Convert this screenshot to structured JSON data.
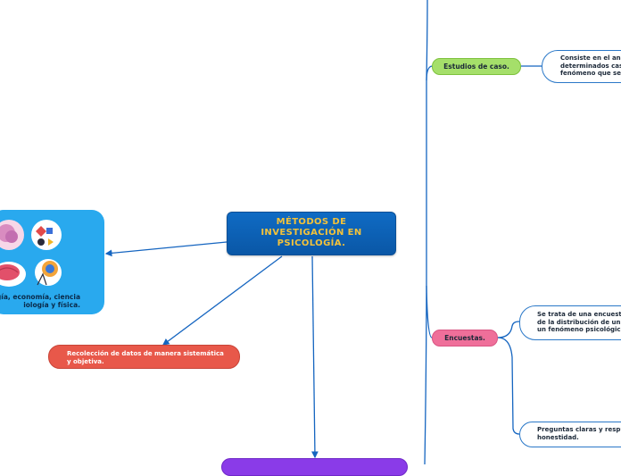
{
  "central": {
    "title": "MÉTODOS DE INVESTIGACIÓN EN PSICOLOGÍA."
  },
  "image_card": {
    "caption_line1": "ogía, economía, ciencia",
    "caption_line2": "iología y física."
  },
  "red_node": {
    "line1": "Recolección de datos de manera sistemática",
    "line2": "y objetiva."
  },
  "branches": {
    "case_studies": {
      "label": "Estudios de caso.",
      "text_lines": [
        "Consiste en el ana",
        "determinados cas",
        "fenómeno que se"
      ]
    },
    "surveys": {
      "label": "Encuestas.",
      "text1_lines": [
        "Se trata de una encuesta",
        "de la distribución de un",
        "un fenómeno psicológico"
      ],
      "text2_lines": [
        "Preguntas claras y respu",
        "honestidad."
      ]
    }
  },
  "colors": {
    "connector": "#1565c0",
    "central_bg": "#0a57a6",
    "central_text": "#f3c23a",
    "image_card": "#29a9ee",
    "red_node": "#e8584a",
    "purple_node": "#8a3be8",
    "green_pill": "#a5df6a",
    "pink_pill": "#ef6f9a"
  }
}
